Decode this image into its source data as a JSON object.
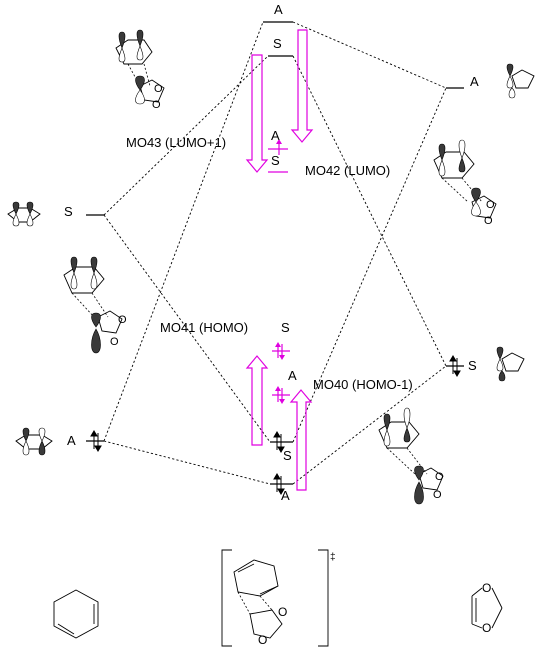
{
  "labels": {
    "top_A": "A",
    "top_S": "S",
    "right_A": "A",
    "left_S": "S",
    "center_A_small": "A",
    "center_S_small": "S",
    "mo43": "MO43 (LUMO+1)",
    "mo42": "MO42 (LUMO)",
    "mo41": "MO41 (HOMO)",
    "mo41_sym": "S",
    "mo40": "MO40 (HOMO-1)",
    "mo40_sym": "A",
    "right_S": "S",
    "left_A": "A",
    "center_S_low": "S",
    "center_A_low": "A",
    "ts_mark": "‡",
    "oxygen": "O"
  },
  "colors": {
    "magenta": "#e000e0",
    "line": "#000000",
    "lobe": "#3a3a3a"
  }
}
